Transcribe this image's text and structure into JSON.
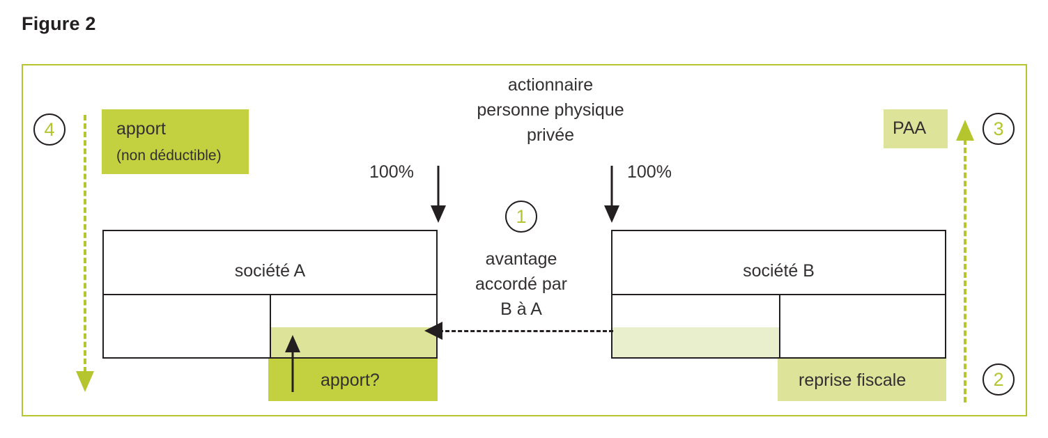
{
  "figure": {
    "title": "Figure 2",
    "frame_color": "#b5c52e"
  },
  "shareholder": {
    "line1": "actionnaire",
    "line2": "personne physique",
    "line3": "privée",
    "left_stake": "100%",
    "right_stake": "100%"
  },
  "center_note": {
    "marker": "1",
    "line1": "avantage",
    "line2": "accordé par",
    "line3": "B à A"
  },
  "companies": {
    "a": {
      "name": "société A"
    },
    "b": {
      "name": "société B"
    }
  },
  "labels": {
    "apport_title": "apport",
    "apport_sub": "(non déductible)",
    "apport_question": "apport?",
    "paa": "PAA",
    "reprise_fiscale": "reprise fiscale"
  },
  "markers": {
    "m1": "1",
    "m2": "2",
    "m3": "3",
    "m4": "4"
  },
  "colors": {
    "accent": "#b5c52e",
    "green_dark": "#c3d140",
    "green_light": "#dde49a",
    "green_pale": "#e9eecc",
    "ink": "#231f20"
  }
}
